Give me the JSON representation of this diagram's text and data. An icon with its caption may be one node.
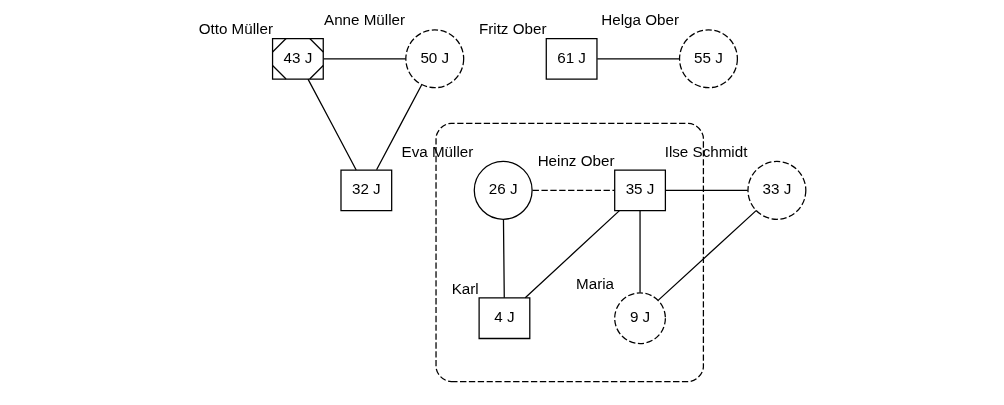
{
  "diagram": {
    "nodes": [
      {
        "text": [
          "43 J"
        ],
        "beside": [
          "Otto Müller"
        ]
      },
      {
        "text": [
          "50 J"
        ],
        "beside": [
          "Anne Müller"
        ]
      },
      {
        "text": [
          "61 J"
        ],
        "beside": [
          "Fritz Ober"
        ]
      },
      {
        "text": [
          "55 J"
        ],
        "beside": [
          "Helga Ober"
        ]
      },
      {
        "text": [],
        "shape": "box"
      },
      {
        "text": [
          "32 J"
        ]
      },
      {
        "text": [
          "26 J"
        ],
        "beside": [
          "Eva Müller"
        ],
        "in": 4
      },
      {
        "text": [
          "35 J"
        ],
        "beside": [
          "Heinz Ober"
        ],
        "in": 4
      },
      {
        "text": [
          "33 J"
        ],
        "beside": [
          "Ilse Schmidt"
        ]
      },
      {
        "text": [
          "4 J"
        ],
        "beside": [
          "Karl"
        ],
        "in": 4
      },
      {
        "text": [
          "9 J"
        ],
        "beside": [
          "Maria"
        ],
        "in": 4
      }
    ],
    "edges": [
      {
        "from": 0,
        "to": 1,
        "arrow": "none"
      },
      {
        "from": 0,
        "to": 5,
        "arrow": "none"
      },
      {
        "from": 1,
        "to": 5,
        "arrow": "none"
      },
      {
        "from": 2,
        "to": 3,
        "arrow": "none"
      },
      {
        "from": 6,
        "to": 7,
        "arrow": "none",
        "style": "dashed"
      },
      {
        "from": 7,
        "to": 8,
        "arrow": "none"
      },
      {
        "from": 6,
        "to": 9,
        "arrow": "none"
      },
      {
        "from": 7,
        "to": 9,
        "arrow": "none"
      },
      {
        "from": 7,
        "to": 10,
        "arrow": "none"
      },
      {
        "from": 8,
        "to": 10,
        "arrow": "none"
      }
    ]
  }
}
